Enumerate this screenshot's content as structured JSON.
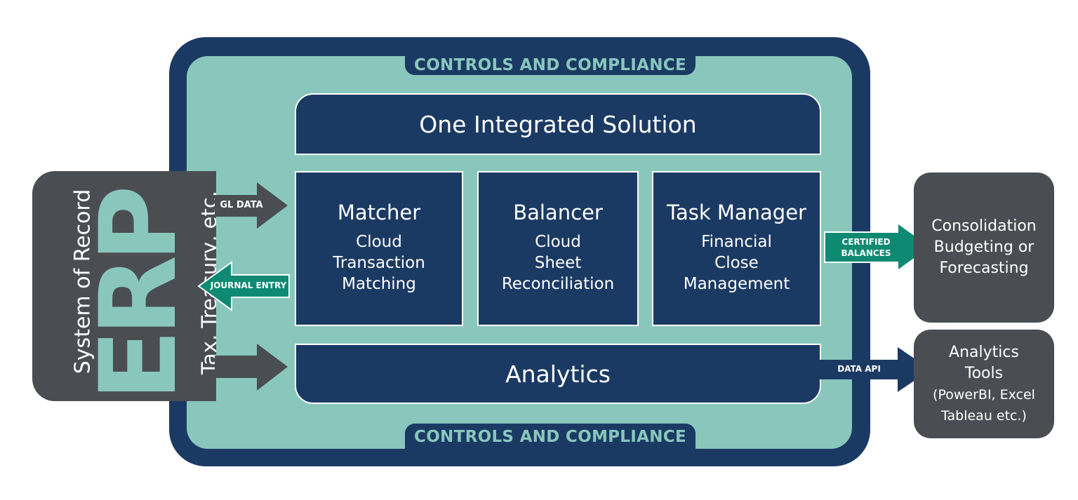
{
  "diagram": {
    "compliance_top": "CONTROLS AND COMPLIANCE",
    "compliance_bottom": "CONTROLS AND COMPLIANCE",
    "solution_title": "One Integrated Solution",
    "modules": [
      {
        "title": "Matcher",
        "lines": [
          "Cloud",
          "Transaction",
          "Matching"
        ]
      },
      {
        "title": "Balancer",
        "lines": [
          "Cloud",
          "Sheet",
          "Reconciliation"
        ]
      },
      {
        "title": "Task Manager",
        "lines": [
          "Financial",
          "Close",
          "Management"
        ]
      }
    ],
    "analytics": "Analytics",
    "erp": {
      "system_label": "System of Record",
      "big_label": "ERP",
      "sub_label": "Tax, Treasury, etc."
    },
    "arrows": {
      "gl_data": "GL DATA",
      "journal_entry": "JOURNAL ENTRY",
      "certified_1": "CERTIFIED",
      "certified_2": "BALANCES",
      "data_api": "DATA API"
    },
    "right_boxes": {
      "consolidation": [
        "Consolidation",
        "Budgeting or",
        "Forecasting"
      ],
      "tools": [
        "Analytics",
        "Tools",
        "(PowerBI, Excel",
        "Tableau etc.)"
      ]
    },
    "colors": {
      "navy": "#1b3a63",
      "teal": "#89c7bd",
      "arrow_teal": "#0e8a72",
      "gray": "#4a4d52"
    }
  }
}
